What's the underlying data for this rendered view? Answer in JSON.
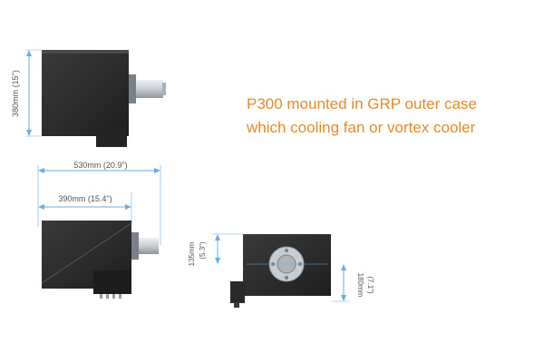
{
  "caption": {
    "line1": "P300 mounted in GRP outer case",
    "line2": "which cooling fan or vortex cooler"
  },
  "dimensions": {
    "height_side": "380mm (15\")",
    "overall_length": "530mm (20.9\")",
    "body_length": "390mm (15.4\")",
    "front_small": "135mm",
    "front_small_in": "(5.3\")",
    "front_height": "180mm",
    "front_height_in": "(7.1\")"
  },
  "colors": {
    "case": "#2b2b2b",
    "dimension_line": "#6aaee0",
    "caption": "#e8892b",
    "shaft": "#c9ced3"
  }
}
